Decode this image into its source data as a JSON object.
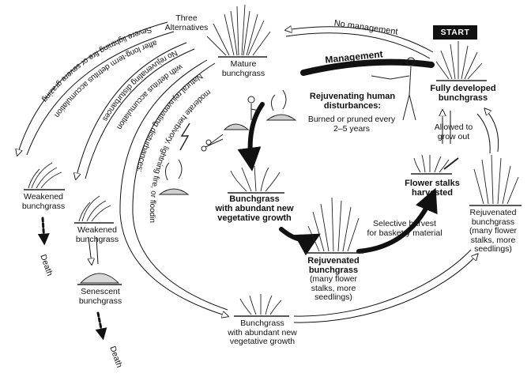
{
  "labels": {
    "start": "START",
    "three_alternatives_l1": "Three",
    "three_alternatives_l2": "Alternatives",
    "no_management": "No management",
    "management": "Management",
    "mature_l1": "Mature",
    "mature_l2": "bunchgrass",
    "fully_l1": "Fully developed",
    "fully_l2": "bunchgrass",
    "rejuv_dist_l1": "Rejuvenating human",
    "rejuv_dist_l2": "disturbances:",
    "burned_l1": "Burned or pruned every",
    "burned_l2": "2–5 years",
    "allowed_l1": "Allowed to",
    "allowed_l2": "grow out",
    "flower_l1": "Flower stalks",
    "flower_l2": "harvested",
    "selective_l1": "Selective harvest",
    "selective_l2": "for basketry material",
    "abundant_mid_l1": "Bunchgrass",
    "abundant_mid_l2": "with abundant new",
    "abundant_mid_l3": "vegetative growth",
    "rejuv_mid_l1": "Rejuvenated",
    "rejuv_mid_l2": "bunchgrass",
    "rejuv_mid_l3": "(many flower",
    "rejuv_mid_l4": "stalks, more",
    "rejuv_mid_l5": "seedlings)",
    "rejuv_right_l1": "Rejuvenated",
    "rejuv_right_l2": "bunchgrass",
    "rejuv_right_l3": "(many flower",
    "rejuv_right_l4": "stalks, more",
    "rejuv_right_l5": "seedlings)",
    "abundant_bottom_l1": "Bunchgrass",
    "abundant_bottom_l2": "with abundant new",
    "abundant_bottom_l3": "vegetative growth",
    "weak1_l1": "Weakened",
    "weak1_l2": "bunchgrass",
    "weak2_l1": "Weakened",
    "weak2_l2": "bunchgrass",
    "senescent_l1": "Senescent",
    "senescent_l2": "bunchgrass",
    "death1": "Death",
    "death2": "Death",
    "arc_severe_l1": "Severe lightning fire or severe grazing",
    "arc_severe_l2": "after long-term detritus accumulation",
    "arc_norejuv_l1": "No rejuvenating disturbances",
    "arc_norejuv_l2": "with detritus accumulation",
    "arc_natural_l1": "Natural rejuvenating disturbances:",
    "arc_natural_l2": "moderate herbivory, lightning fire, or flooding"
  }
}
